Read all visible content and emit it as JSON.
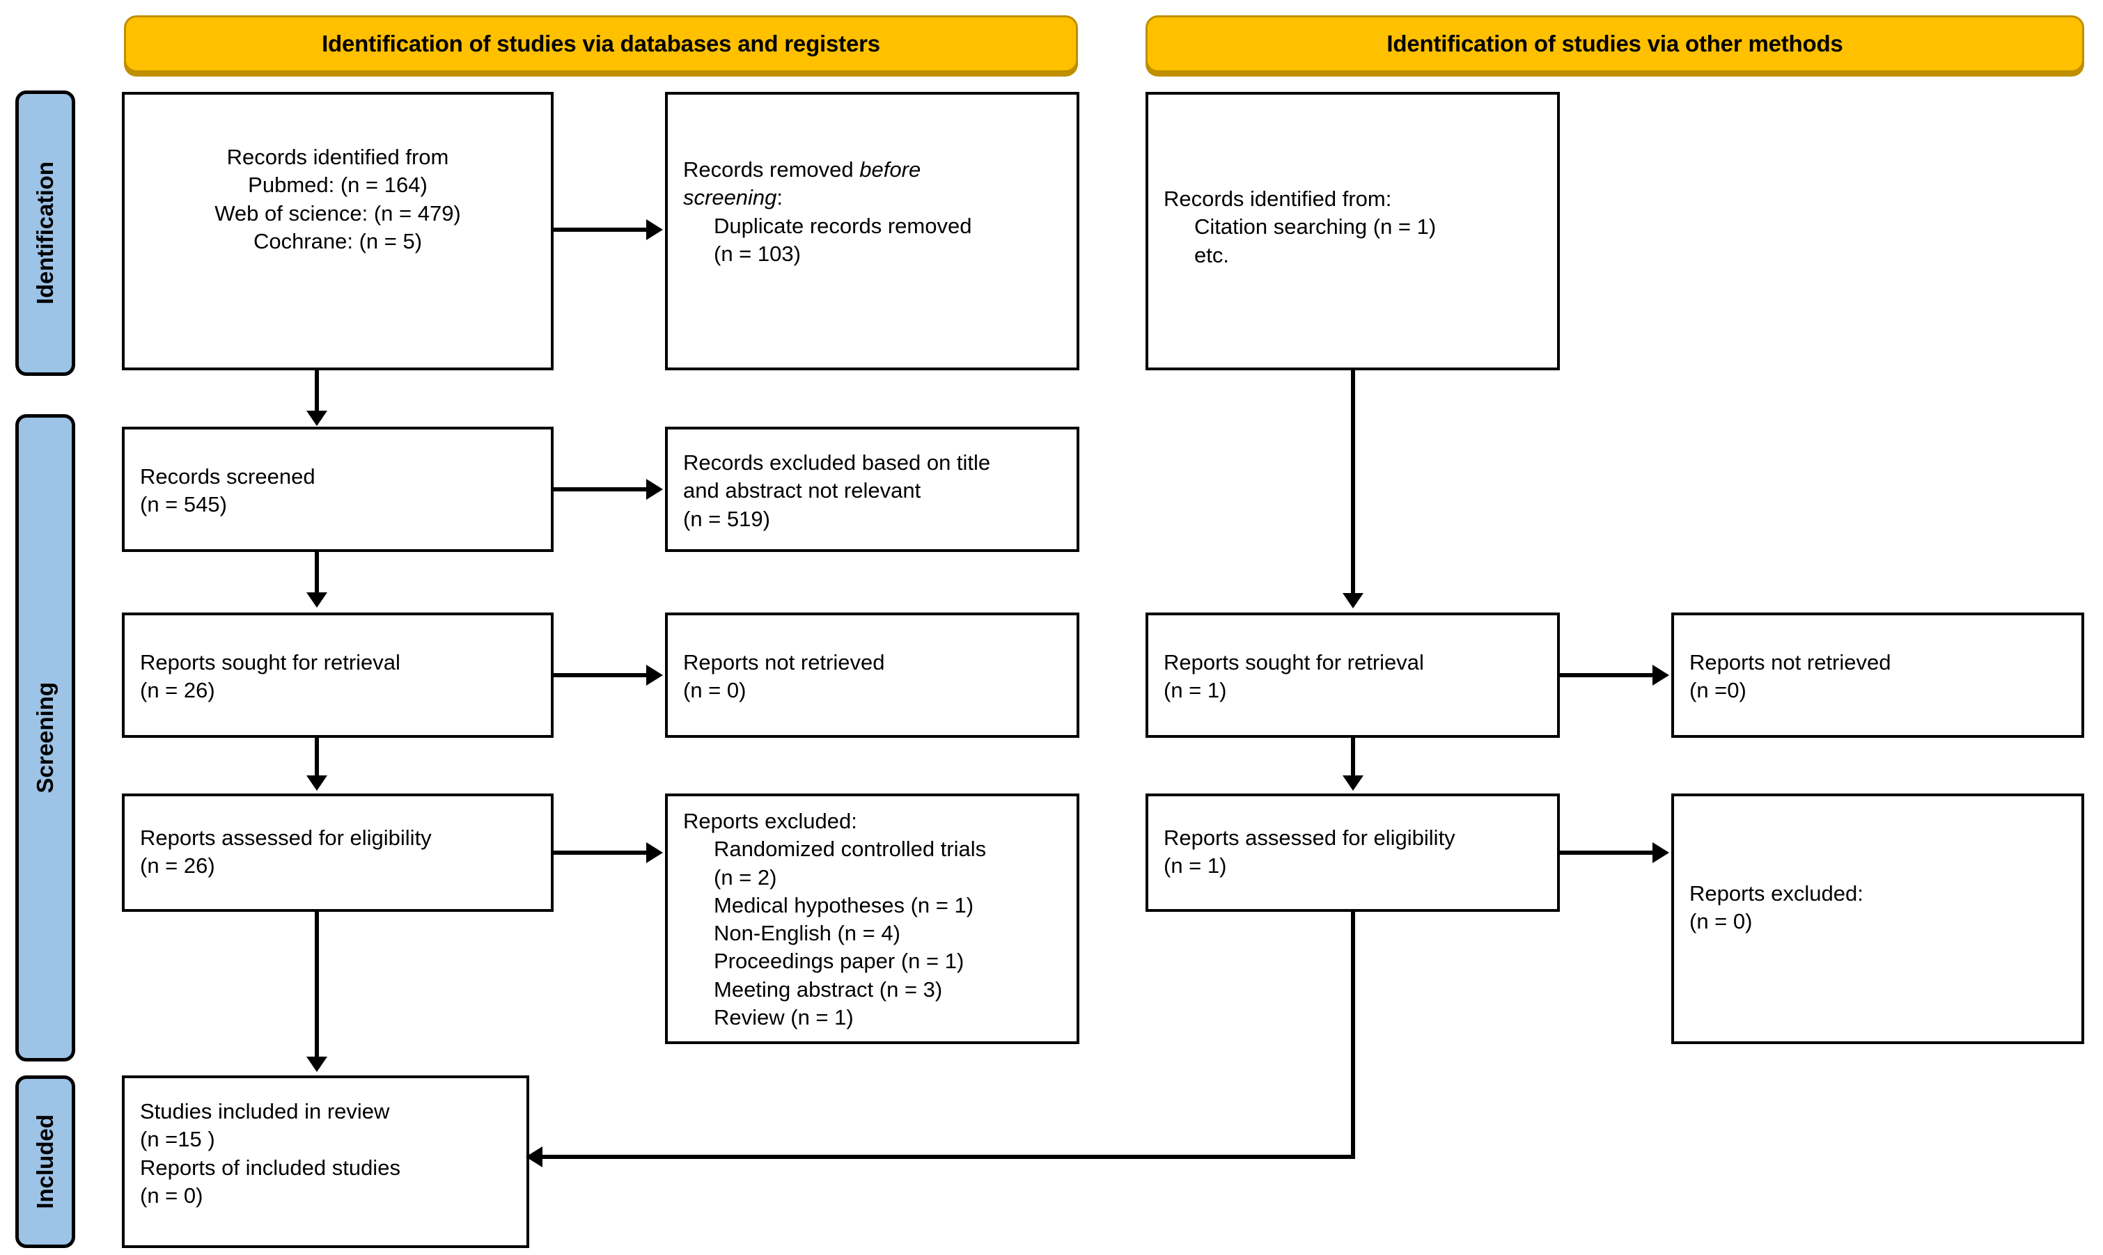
{
  "diagram": {
    "title": "PRISMA 2020 flow diagram",
    "colors": {
      "banner_fill": "#FFC000",
      "banner_border": "#BF8F00",
      "phase_fill": "#9DC3E6",
      "box_border": "#000000",
      "text": "#000000"
    }
  },
  "banners": [
    {
      "label": "Identification of studies via databases and registers"
    },
    {
      "label": "Identification of studies via other methods"
    }
  ],
  "phases": [
    {
      "label": "Identification"
    },
    {
      "label": "Screening"
    },
    {
      "label": "Included"
    }
  ],
  "boxes": {
    "records_identified_db": {
      "lines": [
        "Records identified from",
        "Pubmed: (n = 164)",
        "Web of science: (n = 479)",
        "Cochrane: (n = 5)"
      ]
    },
    "records_removed": {
      "lines": [
        "Records removed before",
        "screening:",
        "Duplicate records removed",
        "(n = 103)"
      ],
      "italic_word_line1": "before",
      "italic_word_line2": "screening"
    },
    "records_identified_other": {
      "lines": [
        "Records identified from:",
        "Citation searching (n = 1)",
        "etc."
      ]
    },
    "records_screened": {
      "lines": [
        "Records screened",
        "(n = 545)"
      ]
    },
    "records_excluded": {
      "lines": [
        "Records excluded based on title",
        "and abstract not relevant",
        "(n = 519)"
      ]
    },
    "reports_sought_db": {
      "lines": [
        "Reports sought for retrieval",
        "(n = 26)"
      ]
    },
    "reports_not_retrieved_db": {
      "lines": [
        "Reports not retrieved",
        "(n = 0)"
      ]
    },
    "reports_sought_other": {
      "lines": [
        "Reports sought for retrieval",
        "(n = 1)"
      ]
    },
    "reports_not_retrieved_other": {
      "lines": [
        "Reports not retrieved",
        "(n =0)"
      ]
    },
    "reports_assessed_db": {
      "lines": [
        "Reports assessed for eligibility",
        "(n = 26)"
      ]
    },
    "reports_excluded_db": {
      "lines": [
        "Reports excluded:",
        "Randomized controlled trials",
        "(n = 2)",
        "Medical hypotheses (n = 1)",
        "Non-English (n = 4)",
        "Proceedings paper (n = 1)",
        "Meeting abstract (n = 3)",
        "Review (n = 1)"
      ]
    },
    "reports_assessed_other": {
      "lines": [
        "Reports assessed for eligibility",
        "(n = 1)"
      ]
    },
    "reports_excluded_other": {
      "lines": [
        "Reports excluded:",
        "(n = 0)"
      ]
    },
    "studies_included": {
      "lines": [
        "Studies included in review",
        "(n =15 )",
        "Reports of included studies",
        "(n = 0)"
      ]
    }
  },
  "chart_data": {
    "type": "diagram",
    "diagram_kind": "PRISMA flow diagram",
    "nodes": [
      {
        "id": "records_identified_db",
        "column": "databases",
        "stage": "Identification",
        "label": "Records identified from",
        "counts": {
          "Pubmed": 164,
          "Web of science": 479,
          "Cochrane": 5
        }
      },
      {
        "id": "records_removed",
        "column": "databases",
        "stage": "Identification",
        "label": "Records removed before screening: Duplicate records removed",
        "counts": {
          "Duplicate records removed": 103
        }
      },
      {
        "id": "records_identified_other",
        "column": "other",
        "stage": "Identification",
        "label": "Records identified from: Citation searching, etc.",
        "counts": {
          "Citation searching": 1
        }
      },
      {
        "id": "records_screened",
        "column": "databases",
        "stage": "Screening",
        "label": "Records screened",
        "counts": {
          "n": 545
        }
      },
      {
        "id": "records_excluded",
        "column": "databases",
        "stage": "Screening",
        "label": "Records excluded based on title and abstract not relevant",
        "counts": {
          "n": 519
        }
      },
      {
        "id": "reports_sought_db",
        "column": "databases",
        "stage": "Screening",
        "label": "Reports sought for retrieval",
        "counts": {
          "n": 26
        }
      },
      {
        "id": "reports_not_retrieved_db",
        "column": "databases",
        "stage": "Screening",
        "label": "Reports not retrieved",
        "counts": {
          "n": 0
        }
      },
      {
        "id": "reports_assessed_db",
        "column": "databases",
        "stage": "Screening",
        "label": "Reports assessed for eligibility",
        "counts": {
          "n": 26
        }
      },
      {
        "id": "reports_excluded_db",
        "column": "databases",
        "stage": "Screening",
        "label": "Reports excluded",
        "counts": {
          "Randomized controlled trials": 2,
          "Medical hypotheses": 1,
          "Non-English": 4,
          "Proceedings paper": 1,
          "Meeting abstract": 3,
          "Review": 1
        }
      },
      {
        "id": "reports_sought_other",
        "column": "other",
        "stage": "Screening",
        "label": "Reports sought for retrieval",
        "counts": {
          "n": 1
        }
      },
      {
        "id": "reports_not_retrieved_other",
        "column": "other",
        "stage": "Screening",
        "label": "Reports not retrieved",
        "counts": {
          "n": 0
        }
      },
      {
        "id": "reports_assessed_other",
        "column": "other",
        "stage": "Screening",
        "label": "Reports assessed for eligibility",
        "counts": {
          "n": 1
        }
      },
      {
        "id": "reports_excluded_other",
        "column": "other",
        "stage": "Screening",
        "label": "Reports excluded",
        "counts": {
          "n": 0
        }
      },
      {
        "id": "studies_included",
        "column": "databases",
        "stage": "Included",
        "label": "Studies included in review / Reports of included studies",
        "counts": {
          "Studies included in review": 15,
          "Reports of included studies": 0
        }
      }
    ],
    "edges": [
      {
        "from": "records_identified_db",
        "to": "records_removed",
        "direction": "right"
      },
      {
        "from": "records_identified_db",
        "to": "records_screened",
        "direction": "down"
      },
      {
        "from": "records_screened",
        "to": "records_excluded",
        "direction": "right"
      },
      {
        "from": "records_screened",
        "to": "reports_sought_db",
        "direction": "down"
      },
      {
        "from": "reports_sought_db",
        "to": "reports_not_retrieved_db",
        "direction": "right"
      },
      {
        "from": "reports_sought_db",
        "to": "reports_assessed_db",
        "direction": "down"
      },
      {
        "from": "reports_assessed_db",
        "to": "reports_excluded_db",
        "direction": "right"
      },
      {
        "from": "reports_assessed_db",
        "to": "studies_included",
        "direction": "down"
      },
      {
        "from": "records_identified_other",
        "to": "reports_sought_other",
        "direction": "down"
      },
      {
        "from": "reports_sought_other",
        "to": "reports_not_retrieved_other",
        "direction": "right"
      },
      {
        "from": "reports_sought_other",
        "to": "reports_assessed_other",
        "direction": "down"
      },
      {
        "from": "reports_assessed_other",
        "to": "reports_excluded_other",
        "direction": "right"
      },
      {
        "from": "reports_assessed_other",
        "to": "studies_included",
        "direction": "left"
      }
    ]
  }
}
